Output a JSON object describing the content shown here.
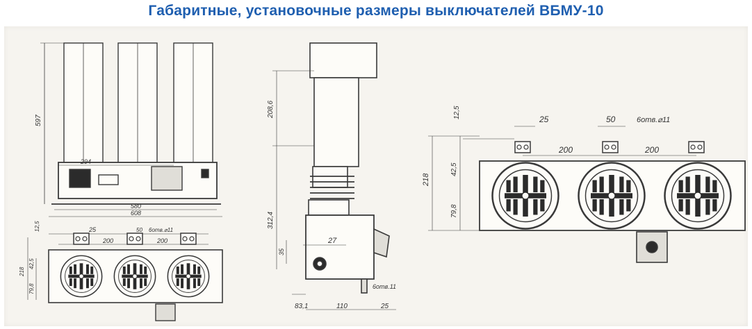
{
  "title": "Габаритные, установочные размеры выключателей ВБМУ-10",
  "colors": {
    "title": "#1f5fb0",
    "line": "#3a3a3a",
    "panel": "#f6f4ef"
  },
  "front_view": {
    "height_label": "597",
    "width_inner": "294",
    "width_580": "580",
    "width_608": "608"
  },
  "small_top_view": {
    "dim_125": "12,5",
    "dim_25": "25",
    "dim_50": "50",
    "holes": "6отв.⌀11",
    "pitch_1": "200",
    "pitch_2": "200",
    "dim_218": "218",
    "dim_425": "42,5",
    "dim_798": "79,8"
  },
  "side_view": {
    "dim_2086": "208,6",
    "dim_3124": "312,4",
    "dim_27": "27",
    "dim_35": "35",
    "holes": "6отв.11",
    "dim_831": "83,1",
    "dim_110": "110",
    "dim_25": "25"
  },
  "large_top_view": {
    "dim_125": "12,5",
    "dim_25": "25",
    "dim_50": "50",
    "holes": "6отв.⌀11",
    "pitch_1": "200",
    "pitch_2": "200",
    "dim_218": "218",
    "dim_425": "42,5",
    "dim_798": "79,8"
  }
}
